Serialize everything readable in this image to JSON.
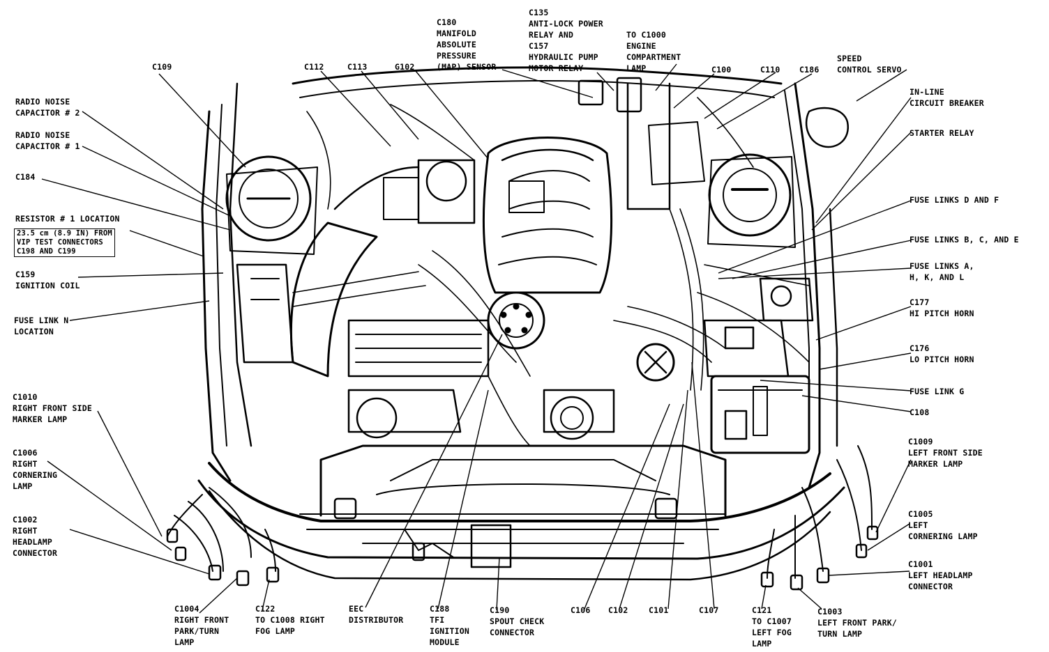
{
  "labels": {
    "c109": [
      "C109"
    ],
    "radio2": [
      "RADIO NOISE",
      "CAPACITOR # 2"
    ],
    "radio1": [
      "RADIO NOISE",
      "CAPACITOR # 1"
    ],
    "c184": [
      "C184"
    ],
    "resistor": [
      "RESISTOR # 1 LOCATION"
    ],
    "resistor_note": [
      "23.5 cm (8.9 IN) FROM",
      "VIP TEST CONNECTORS",
      "C198 AND C199"
    ],
    "c159": [
      "C159",
      "IGNITION COIL"
    ],
    "fuse_n": [
      "FUSE LINK N",
      "LOCATION"
    ],
    "c1010": [
      "C1010",
      "RIGHT FRONT SIDE",
      "MARKER LAMP"
    ],
    "c1006": [
      "C1006",
      "RIGHT",
      "CORNERING",
      "LAMP"
    ],
    "c1002": [
      "C1002",
      "RIGHT",
      "HEADLAMP",
      "CONNECTOR"
    ],
    "c1004": [
      "C1004",
      "RIGHT FRONT",
      "PARK/TURN",
      "LAMP"
    ],
    "c122": [
      "C122",
      "TO C1008 RIGHT",
      "FOG LAMP"
    ],
    "eec": [
      "EEC",
      "DISTRIBUTOR"
    ],
    "c188": [
      "C188",
      "TFI",
      "IGNITION",
      "MODULE"
    ],
    "c190": [
      "C190",
      "SPOUT CHECK",
      "CONNECTOR"
    ],
    "c106": [
      "C106"
    ],
    "c102": [
      "C102"
    ],
    "c101": [
      "C101"
    ],
    "c107": [
      "C107"
    ],
    "c121": [
      "C121",
      "TO C1007",
      "LEFT FOG",
      "LAMP"
    ],
    "c1003": [
      "C1003",
      "LEFT FRONT PARK/",
      "TURN LAMP"
    ],
    "c1001": [
      "C1001",
      "LEFT HEADLAMP",
      "CONNECTOR"
    ],
    "c1005": [
      "C1005",
      "LEFT",
      "CORNERING LAMP"
    ],
    "c1009": [
      "C1009",
      "LEFT FRONT SIDE",
      "MARKER LAMP"
    ],
    "c108": [
      "C108"
    ],
    "fuse_g": [
      "FUSE LINK G"
    ],
    "c176": [
      "C176",
      "LO PITCH HORN"
    ],
    "c177": [
      "C177",
      "HI PITCH HORN"
    ],
    "fuse_ahkl": [
      "FUSE LINKS A,",
      "H, K, AND L"
    ],
    "fuse_bce": [
      "FUSE LINKS B, C, AND E"
    ],
    "fuse_df": [
      "FUSE LINKS D AND F"
    ],
    "starter": [
      "STARTER RELAY"
    ],
    "inline": [
      "IN-LINE",
      "CIRCUIT BREAKER"
    ],
    "speed": [
      "SPEED",
      "CONTROL SERVO"
    ],
    "c186": [
      "C186"
    ],
    "c110": [
      "C110"
    ],
    "c100": [
      "C100"
    ],
    "c1000": [
      "TO C1000",
      "ENGINE",
      "COMPARTMENT",
      "LAMP"
    ],
    "c135": [
      "C135",
      "ANTI-LOCK POWER",
      "RELAY AND",
      "C157",
      "HYDRAULIC PUMP",
      "MOTOR RELAY"
    ],
    "c180": [
      "C180",
      "MANIFOLD",
      "ABSOLUTE",
      "PRESSURE",
      "(MAP) SENSOR"
    ],
    "g102": [
      "G102"
    ],
    "c113": [
      "C113"
    ],
    "c112": [
      "C112"
    ]
  }
}
